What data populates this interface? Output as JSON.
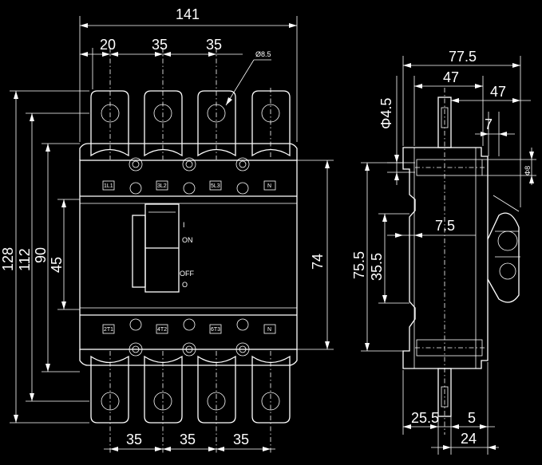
{
  "front_view": {
    "dims": {
      "overall_width": "141",
      "pitch_first": "20",
      "pitch_top_1": "35",
      "pitch_top_2": "35",
      "hole_dia": "Ø8.5",
      "pitch_bottom_1": "35",
      "pitch_bottom_2": "35",
      "pitch_bottom_3": "35",
      "height_128": "128",
      "height_112": "112",
      "height_90": "90",
      "height_45": "45",
      "height_74": "74"
    },
    "pole_labels_top": [
      "1L1",
      "3L2",
      "5L3",
      "N"
    ],
    "pole_labels_bottom": [
      "2T1",
      "4T2",
      "6T3",
      "N"
    ],
    "handle_on": "ON",
    "handle_on_symbol": "I",
    "handle_off": "OFF",
    "handle_off_symbol": "O"
  },
  "side_view": {
    "dims": {
      "depth_total": "77.5",
      "depth_47_a": "47",
      "depth_47_b": "47",
      "stud_dia": "Φ4.5",
      "d7": "7",
      "d8": "Φ8",
      "d7_5": "7.5",
      "h75_5": "75.5",
      "h35_5": "35.5",
      "d25_5": "25.5",
      "d5": "5",
      "d24": "24"
    }
  }
}
